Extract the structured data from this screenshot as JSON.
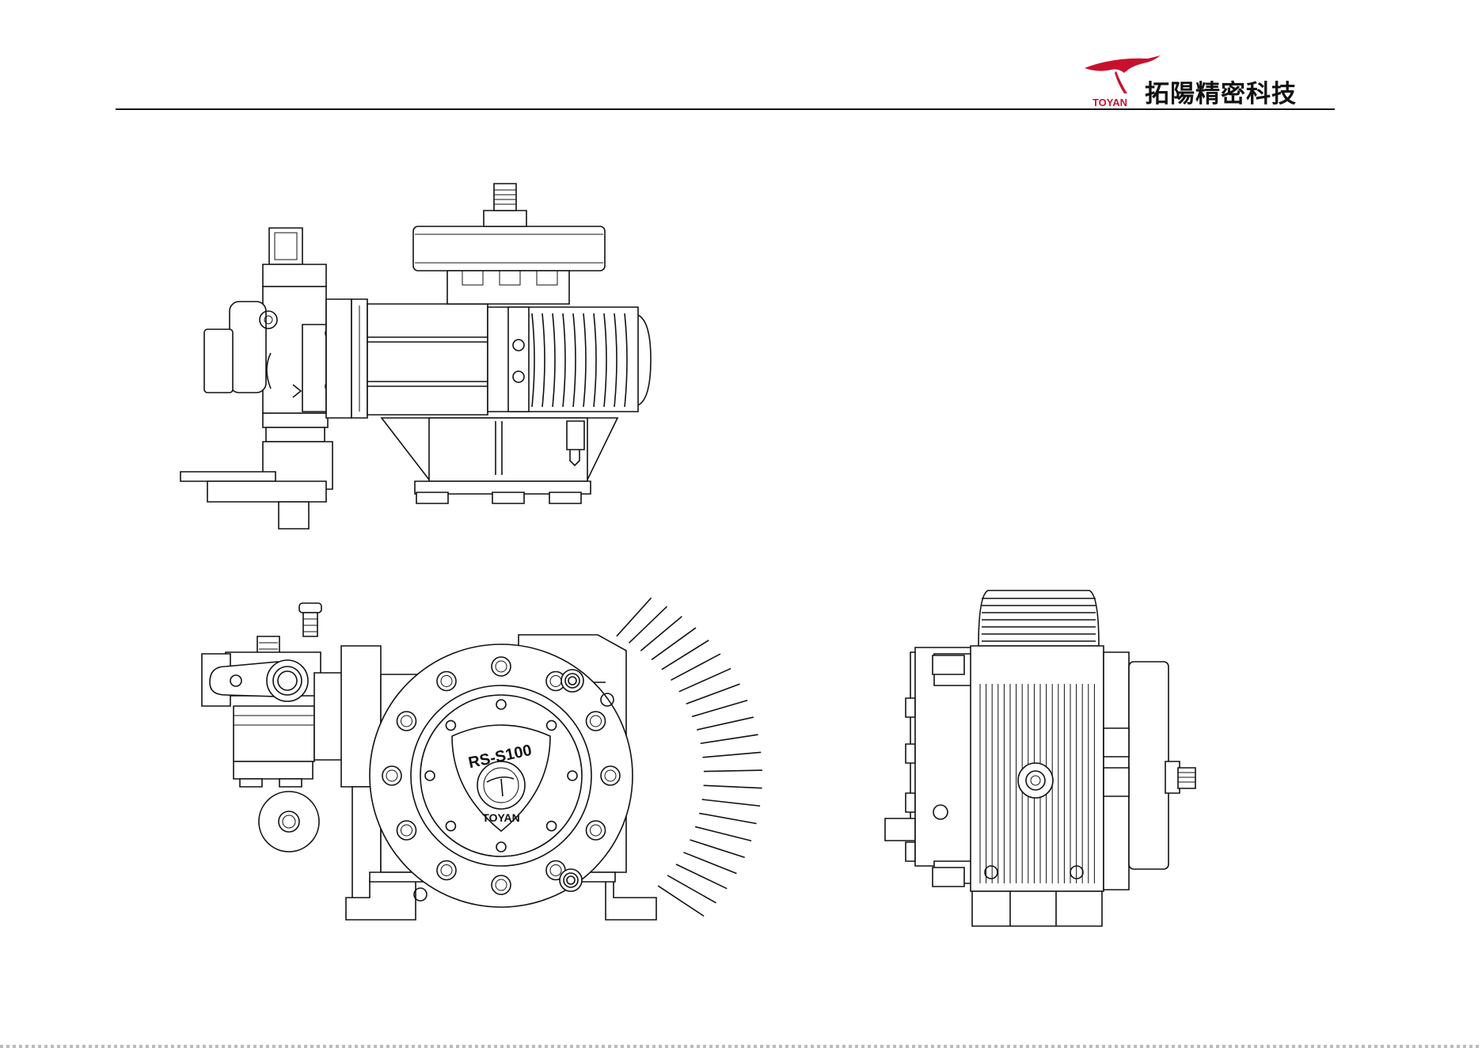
{
  "brand": {
    "logo_text": "TOYAN",
    "name": "拓陽精密科技",
    "accent_color": "#c8102e"
  },
  "drawing": {
    "views": [
      "side-view",
      "front-view",
      "end-view"
    ],
    "engine_label": "RS-S100",
    "emblem_text": "TOYAN"
  }
}
